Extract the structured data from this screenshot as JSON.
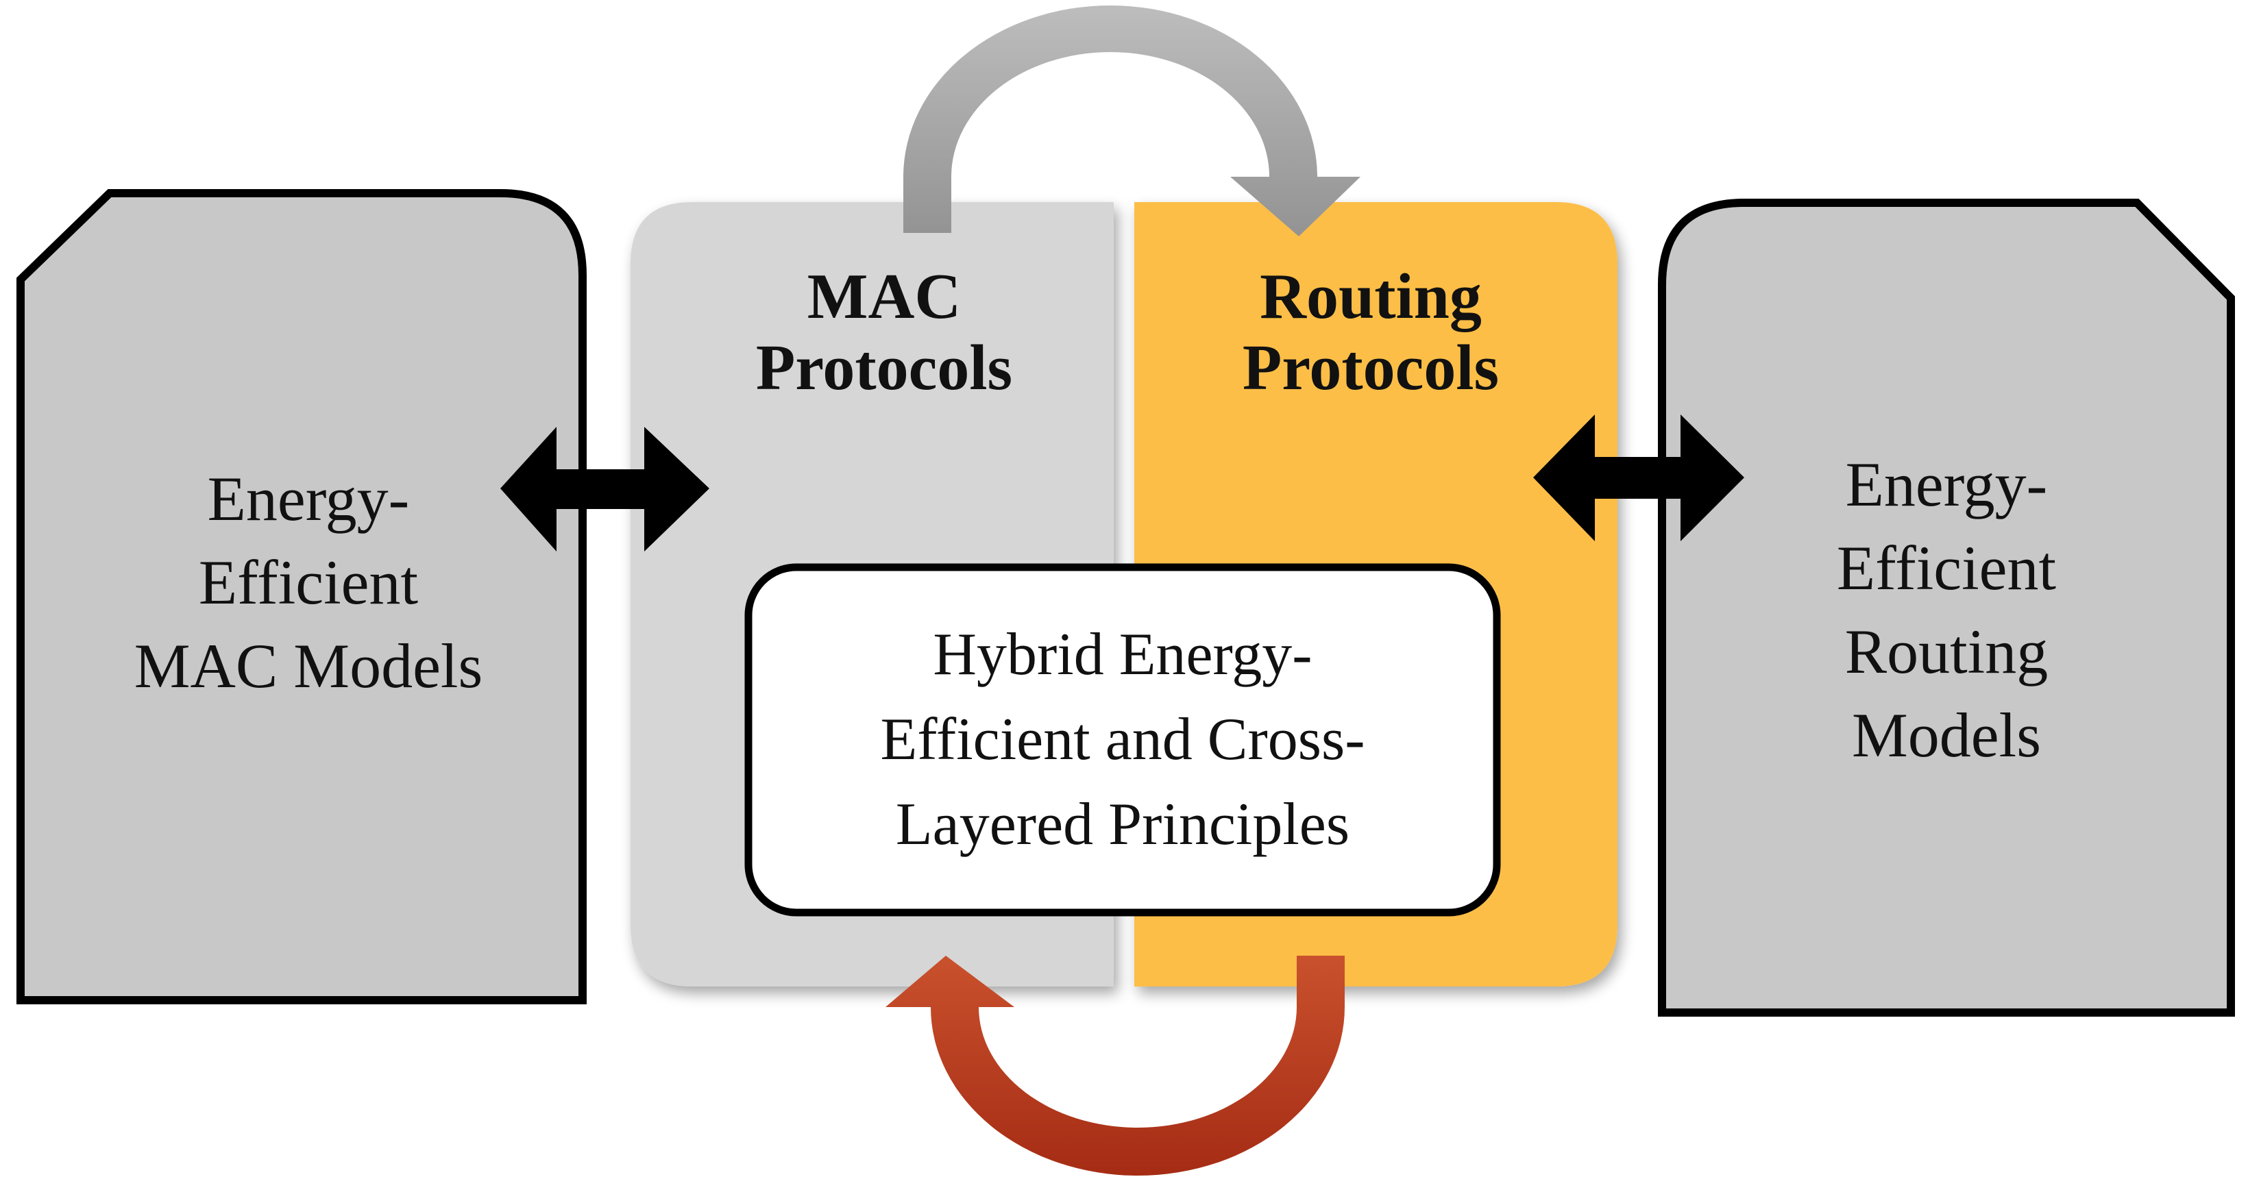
{
  "diagram": {
    "left_box": {
      "lines": [
        "Energy-",
        "Efficient",
        "MAC Models"
      ]
    },
    "right_box": {
      "lines": [
        "Energy-",
        "Efficient",
        "Routing",
        "Models"
      ]
    },
    "mac_panel": {
      "lines": [
        "MAC",
        "Protocols"
      ]
    },
    "routing_panel": {
      "lines": [
        "Routing",
        "Protocols"
      ]
    },
    "hybrid_box": {
      "lines": [
        "Hybrid Energy-",
        "Efficient and Cross-",
        "Layered Principles"
      ]
    }
  },
  "colors": {
    "side_box_fill": "#c8c8c8",
    "mac_panel_fill": "#d6d6d6",
    "routing_panel_fill": "#fcbe47",
    "top_arrow": "#a8a8a8",
    "bottom_arrow": "#b6391c",
    "double_arrow": "#000000"
  }
}
